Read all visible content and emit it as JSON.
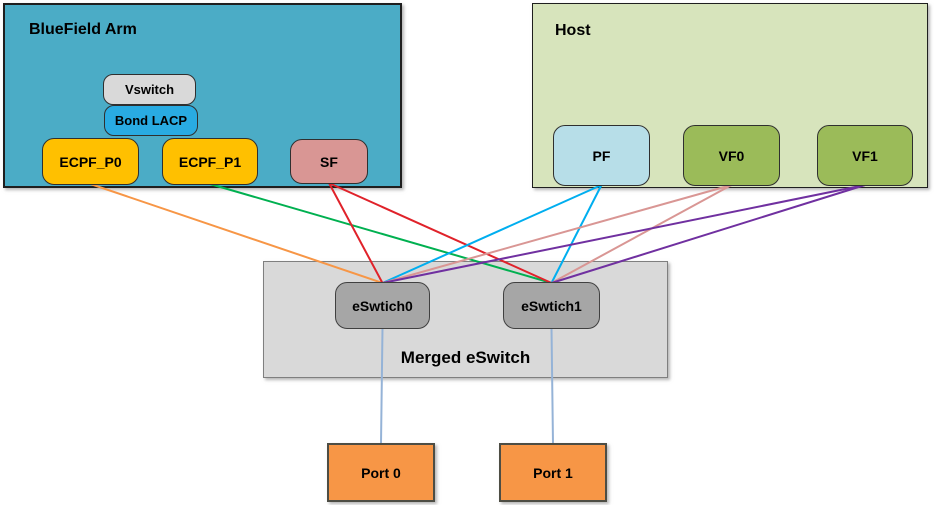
{
  "containers": {
    "bluefield": {
      "title": "BlueField Arm"
    },
    "host": {
      "title": "Host"
    },
    "merged": {
      "title": "Merged eSwitch"
    }
  },
  "nodes": {
    "vswitch": {
      "label": "Vswitch"
    },
    "bond_lacp": {
      "label": "Bond LACP"
    },
    "ecpf_p0": {
      "label": "ECPF_P0"
    },
    "ecpf_p1": {
      "label": "ECPF_P1"
    },
    "sf": {
      "label": "SF"
    },
    "pf": {
      "label": "PF"
    },
    "vf0": {
      "label": "VF0"
    },
    "vf1": {
      "label": "VF1"
    },
    "eswtich0": {
      "label": "eSwtich0"
    },
    "eswtich1": {
      "label": "eSwtich1"
    },
    "port0": {
      "label": "Port 0"
    },
    "port1": {
      "label": "Port 1"
    }
  },
  "colors": {
    "bluefield_bg": "#4BACC6",
    "host_bg": "#D7E4BC",
    "merged_bg": "#D9D9D9",
    "vswitch_bg": "#D9D9D9",
    "bond_lacp_bg": "#29ABE2",
    "ecpf_bg": "#FFC000",
    "sf_bg": "#D99694",
    "pf_bg": "#B7DEE8",
    "vf_bg": "#9BBB59",
    "eswitch_node_bg": "#A6A6A6",
    "port_bg": "#F79646",
    "edge_ecpf_p0": "#F79646",
    "edge_ecpf_p1": "#00B050",
    "edge_sf": "#E0222A",
    "edge_pf": "#00AEEF",
    "edge_vf0": "#D99694",
    "edge_vf1": "#7030A0",
    "edge_port": "#95B3D7"
  },
  "edges": [
    {
      "from": "ecpf_p0",
      "to": "eswtich0",
      "color": "#F79646"
    },
    {
      "from": "ecpf_p1",
      "to": "eswtich1",
      "color": "#00B050"
    },
    {
      "from": "sf",
      "to": "eswtich0",
      "color": "#E0222A"
    },
    {
      "from": "sf",
      "to": "eswtich1",
      "color": "#E0222A"
    },
    {
      "from": "pf",
      "to": "eswtich0",
      "color": "#00AEEF"
    },
    {
      "from": "pf",
      "to": "eswtich1",
      "color": "#00AEEF"
    },
    {
      "from": "vf0",
      "to": "eswtich0",
      "color": "#D99694"
    },
    {
      "from": "vf0",
      "to": "eswtich1",
      "color": "#D99694"
    },
    {
      "from": "vf1",
      "to": "eswtich0",
      "color": "#7030A0"
    },
    {
      "from": "vf1",
      "to": "eswtich1",
      "color": "#7030A0"
    },
    {
      "from": "eswtich0",
      "to": "port0",
      "color": "#95B3D7"
    },
    {
      "from": "eswtich1",
      "to": "port1",
      "color": "#95B3D7"
    }
  ]
}
